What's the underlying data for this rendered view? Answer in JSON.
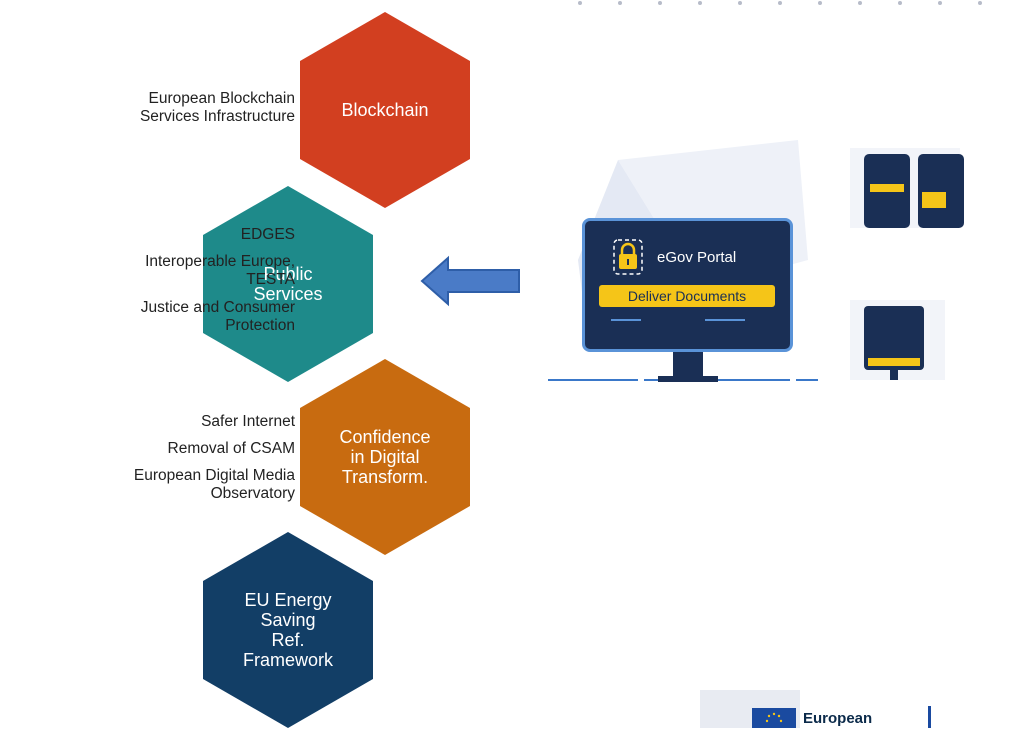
{
  "hexagons": [
    {
      "label": "Blockchain",
      "color": "#d23f20"
    },
    {
      "label": "Public\nServices",
      "color": "#1e8a8a"
    },
    {
      "label": "Confidence\nin Digital\nTransform.",
      "color": "#c86b10"
    },
    {
      "label": "EU Energy\nSaving\nRef.\nFramework",
      "color": "#123e66"
    }
  ],
  "side_labels": {
    "blockchain": [
      "European Blockchain\nServices Infrastructure"
    ],
    "public_services": [
      "EDGES",
      "Interoperable Europe,\nTESTA",
      "Justice and Consumer\nProtection"
    ],
    "confidence": [
      "Safer Internet",
      "Removal of CSAM",
      "European Digital Media\nObservatory"
    ]
  },
  "illustration": {
    "portal_title": "eGov Portal",
    "portal_button": "Deliver Documents"
  },
  "footer": {
    "logo_text": "European"
  },
  "colors": {
    "arrow": "#4a7bc7",
    "monitor": "#1a2f55",
    "accent_yellow": "#f5c518"
  }
}
